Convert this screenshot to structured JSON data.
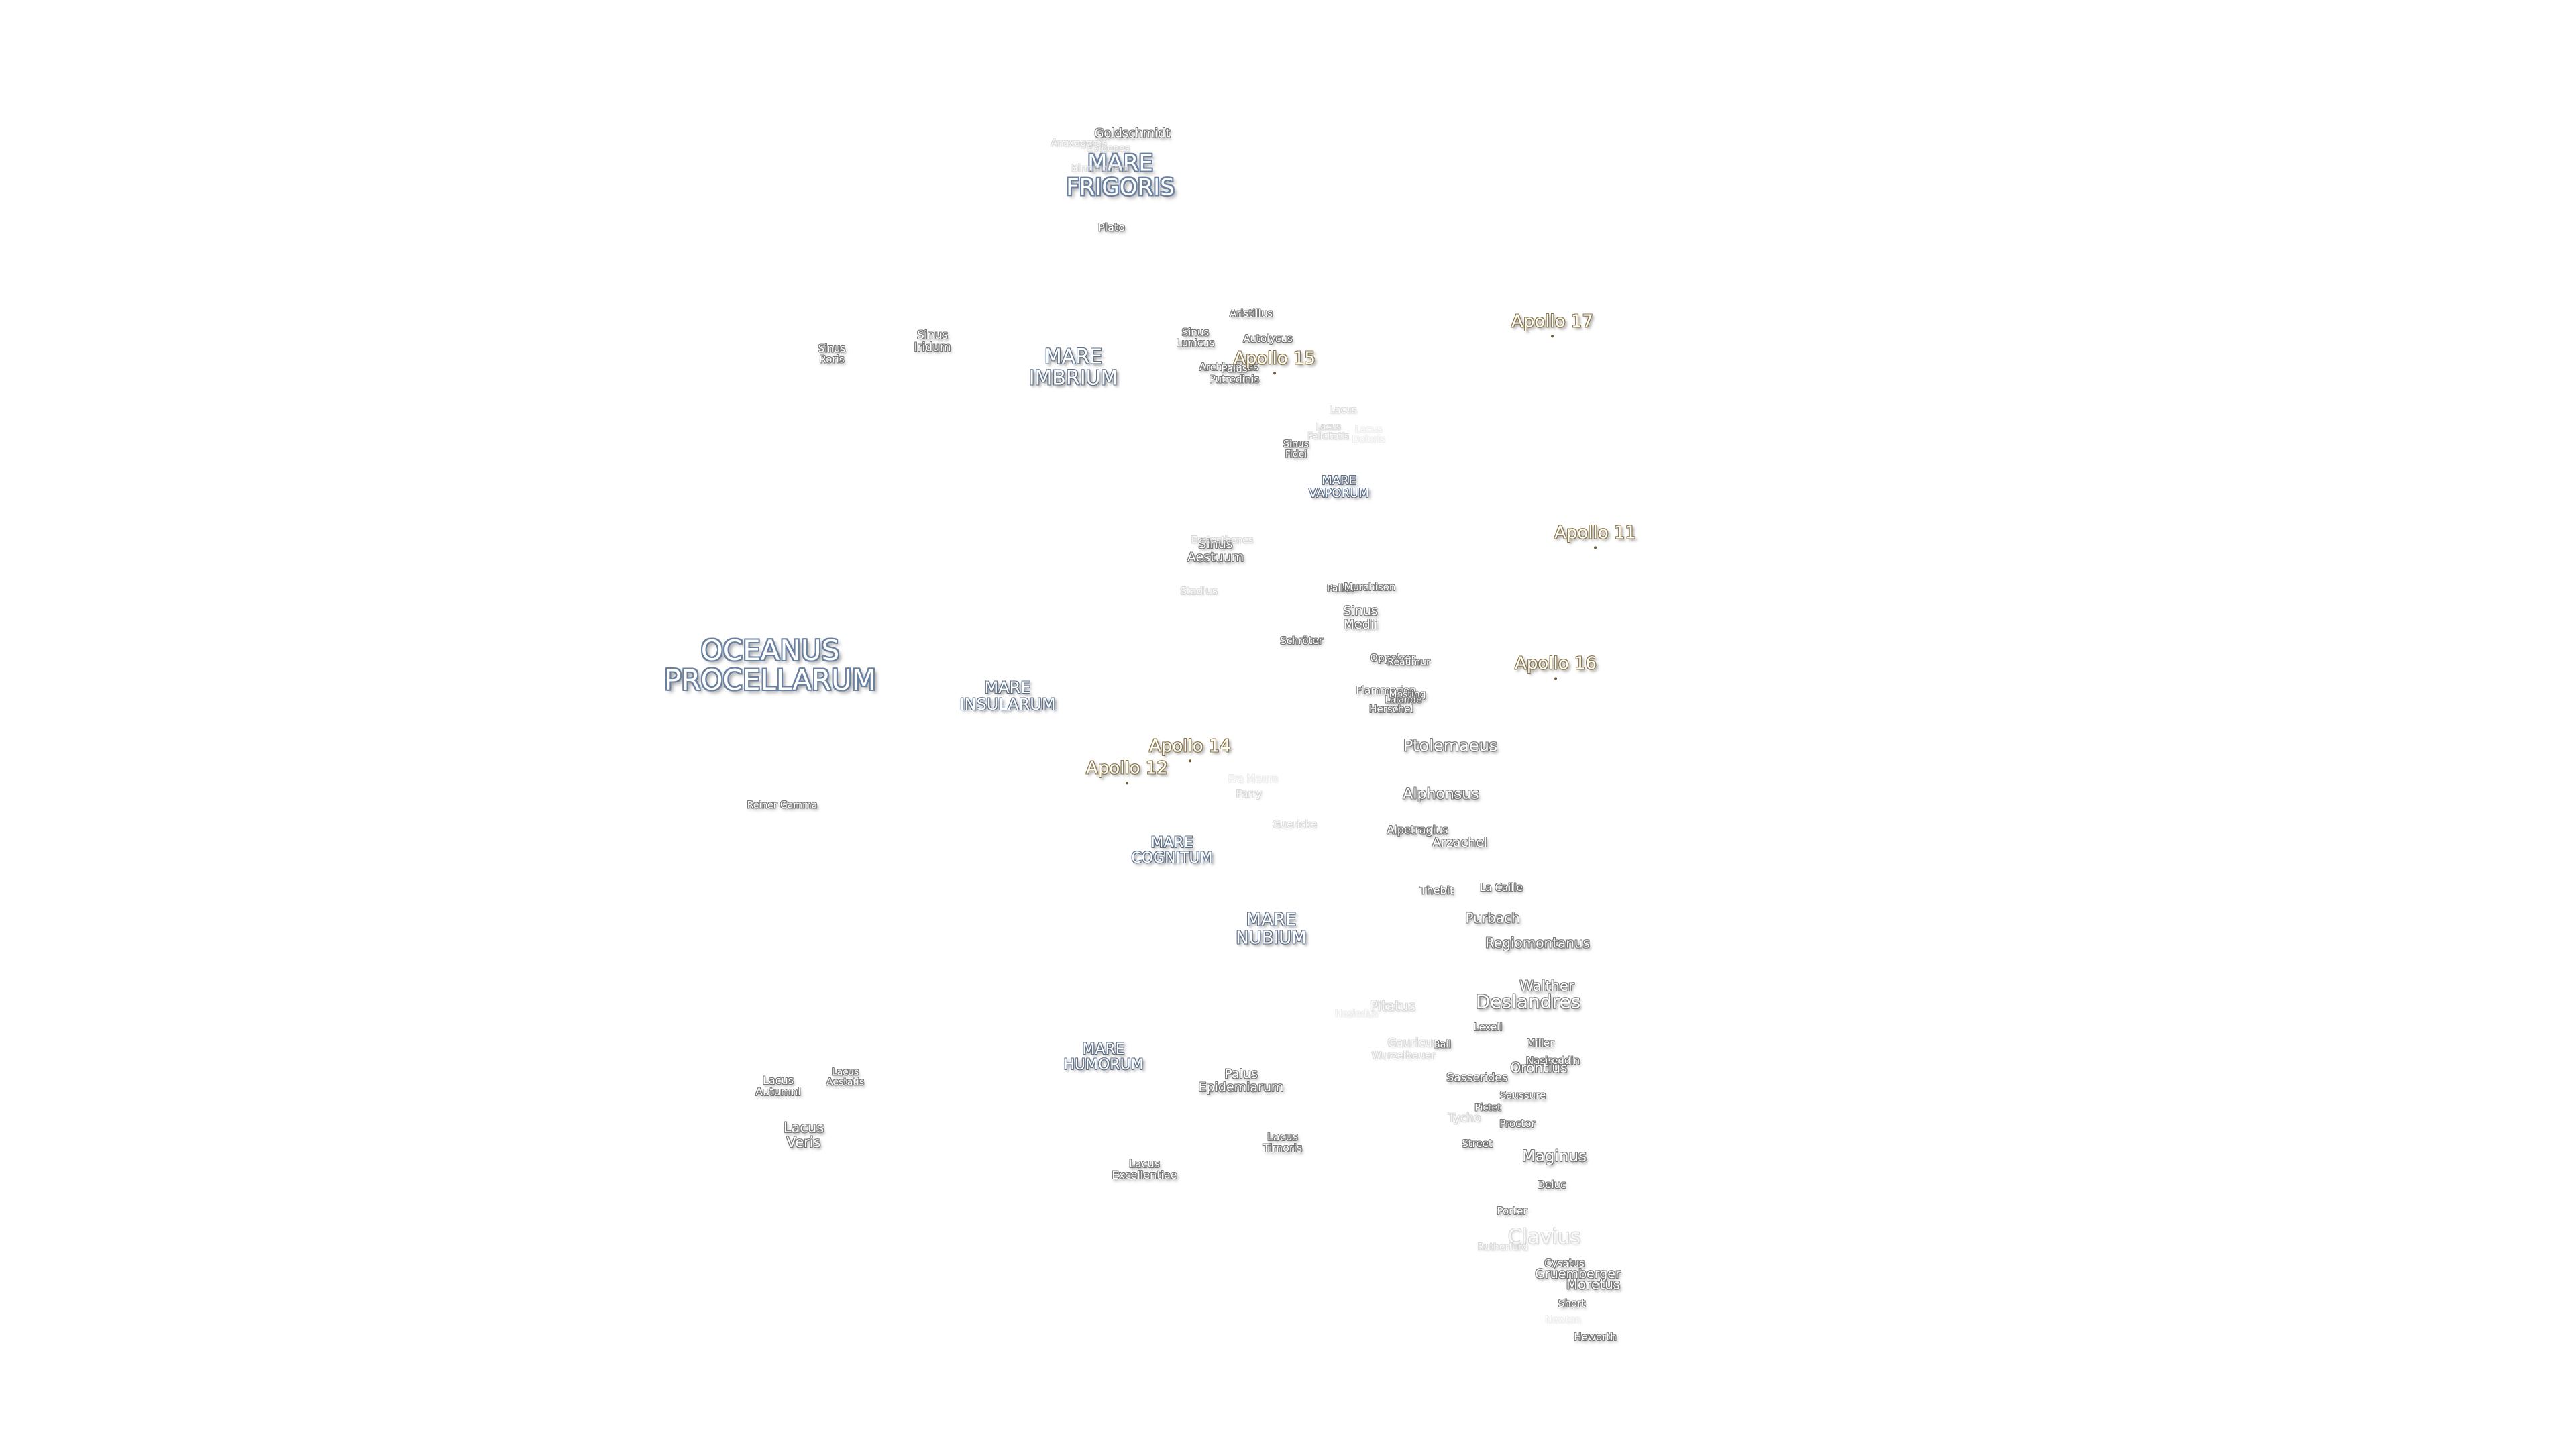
{
  "map": {
    "labels": [
      {
        "text": "OCEANUS\nPROCELLARUM",
        "kind": "mare",
        "size": 42
      },
      {
        "text": "MARE\nFRIGORIS",
        "kind": "mare",
        "size": 34
      },
      {
        "text": "MARE\nIMBRIUM",
        "kind": "mare",
        "size": 30
      },
      {
        "text": "MARE\nINSULARUM",
        "kind": "mare",
        "size": 24
      },
      {
        "text": "MARE\nCOGNITUM",
        "kind": "mare",
        "size": 22
      },
      {
        "text": "MARE\nNUBIUM",
        "kind": "mare",
        "size": 26
      },
      {
        "text": "MARE\nHUMORUM",
        "kind": "mare",
        "size": 22
      },
      {
        "text": "MARE\nVAPORUM",
        "kind": "mare",
        "size": 18
      },
      {
        "text": "Sinus\nRoris",
        "kind": "crater",
        "size": 15
      },
      {
        "text": "Sinus\nIridum",
        "kind": "crater",
        "size": 17
      },
      {
        "text": "Sinus\nLunicus",
        "kind": "crater",
        "size": 15
      },
      {
        "text": "Sinus\nFidei",
        "kind": "crater",
        "size": 14
      },
      {
        "text": "Sinus\nAestuum",
        "kind": "crater",
        "size": 19
      },
      {
        "text": "Sinus\nMedii",
        "kind": "crater",
        "size": 19
      },
      {
        "text": "Palus\nEpidemiarum",
        "kind": "crater",
        "size": 19
      },
      {
        "text": "Lacus\nAutumni",
        "kind": "crater",
        "size": 16
      },
      {
        "text": "Lacus\nAestatis",
        "kind": "crater",
        "size": 14
      },
      {
        "text": "Lacus\nVeris",
        "kind": "crater",
        "size": 21
      },
      {
        "text": "Lacus\nExcellentiae",
        "kind": "crater",
        "size": 16
      },
      {
        "text": "Lacus\nTimoris",
        "kind": "crater",
        "size": 16
      },
      {
        "text": "Lacus",
        "kind": "crater faint",
        "size": 14
      },
      {
        "text": "Lacus\nFelicitatis",
        "kind": "crater faint",
        "size": 13
      },
      {
        "text": "Lacus\nDoloris",
        "kind": "crater vfaint",
        "size": 14
      },
      {
        "text": "Goldschmidt",
        "kind": "crater",
        "size": 18
      },
      {
        "text": "Anaxagoras",
        "kind": "crater faint",
        "size": 14
      },
      {
        "text": "Epigenes",
        "kind": "crater faint",
        "size": 14
      },
      {
        "text": "Birmingham",
        "kind": "crater faint",
        "size": 14
      },
      {
        "text": "Plato",
        "kind": "crater",
        "size": 16
      },
      {
        "text": "Aristillus",
        "kind": "crater",
        "size": 15
      },
      {
        "text": "Autolycus",
        "kind": "crater",
        "size": 15
      },
      {
        "text": "Archimedes",
        "kind": "crater",
        "size": 15
      },
      {
        "text": "Palus\nPutredinis",
        "kind": "crater",
        "size": 15
      },
      {
        "text": "Eratosthenes",
        "kind": "crater faint",
        "size": 14
      },
      {
        "text": "Stadius",
        "kind": "crater faint",
        "size": 15
      },
      {
        "text": "Pallas",
        "kind": "crater",
        "size": 14
      },
      {
        "text": "Murchison",
        "kind": "crater",
        "size": 15
      },
      {
        "text": "Schröter",
        "kind": "crater",
        "size": 15
      },
      {
        "text": "Oppolzer",
        "kind": "crater",
        "size": 15
      },
      {
        "text": "Réaumur",
        "kind": "crater",
        "size": 14
      },
      {
        "text": "Flammarion",
        "kind": "crater",
        "size": 15
      },
      {
        "text": "Mösting",
        "kind": "crater",
        "size": 14
      },
      {
        "text": "Lalande",
        "kind": "crater",
        "size": 14
      },
      {
        "text": "Herschel",
        "kind": "crater",
        "size": 15
      },
      {
        "text": "Ptolemaeus",
        "kind": "crater",
        "size": 24
      },
      {
        "text": "Alphonsus",
        "kind": "crater",
        "size": 22
      },
      {
        "text": "Alpetragius",
        "kind": "crater",
        "size": 16
      },
      {
        "text": "Arzachel",
        "kind": "crater",
        "size": 19
      },
      {
        "text": "Fra Mauro",
        "kind": "crater vfaint",
        "size": 15
      },
      {
        "text": "Parry",
        "kind": "crater faint",
        "size": 15
      },
      {
        "text": "Guericke",
        "kind": "crater faint",
        "size": 15
      },
      {
        "text": "Reiner Gamma",
        "kind": "crater",
        "size": 14
      },
      {
        "text": "Thebit",
        "kind": "crater",
        "size": 16
      },
      {
        "text": "La Caille",
        "kind": "crater",
        "size": 15
      },
      {
        "text": "Purbach",
        "kind": "crater",
        "size": 20
      },
      {
        "text": "Regiomontanus",
        "kind": "crater",
        "size": 20
      },
      {
        "text": "Walther",
        "kind": "crater",
        "size": 21
      },
      {
        "text": "Deslandres",
        "kind": "crater",
        "size": 28
      },
      {
        "text": "Hesiodus",
        "kind": "crater vfaint",
        "size": 14
      },
      {
        "text": "Pitatus",
        "kind": "crater faint",
        "size": 20
      },
      {
        "text": "Gauricus",
        "kind": "crater faint",
        "size": 17
      },
      {
        "text": "Wurzelbauer",
        "kind": "crater faint",
        "size": 15
      },
      {
        "text": "Ball",
        "kind": "crater",
        "size": 14
      },
      {
        "text": "Lexell",
        "kind": "crater",
        "size": 15
      },
      {
        "text": "Miller",
        "kind": "crater",
        "size": 15
      },
      {
        "text": "Nasireddin",
        "kind": "crater",
        "size": 15
      },
      {
        "text": "Orontius",
        "kind": "crater",
        "size": 20
      },
      {
        "text": "Sasserides",
        "kind": "crater",
        "size": 17
      },
      {
        "text": "Saussure",
        "kind": "crater",
        "size": 15
      },
      {
        "text": "Tycho",
        "kind": "crater faint",
        "size": 17
      },
      {
        "text": "Pictet",
        "kind": "crater",
        "size": 14
      },
      {
        "text": "Proctor",
        "kind": "crater",
        "size": 15
      },
      {
        "text": "Street",
        "kind": "crater",
        "size": 15
      },
      {
        "text": "Maginus",
        "kind": "crater",
        "size": 23
      },
      {
        "text": "Deluc",
        "kind": "crater",
        "size": 15
      },
      {
        "text": "Porter",
        "kind": "crater",
        "size": 15
      },
      {
        "text": "Clavius",
        "kind": "crater faint",
        "size": 30
      },
      {
        "text": "Rutherfurd",
        "kind": "crater faint",
        "size": 14
      },
      {
        "text": "Cysatus",
        "kind": "crater",
        "size": 15
      },
      {
        "text": "Gruemberger",
        "kind": "crater",
        "size": 19
      },
      {
        "text": "Moretus",
        "kind": "crater",
        "size": 20
      },
      {
        "text": "Short",
        "kind": "crater",
        "size": 15
      },
      {
        "text": "Newton",
        "kind": "crater vfaint",
        "size": 14
      },
      {
        "text": "Heworth",
        "kind": "crater",
        "size": 15
      },
      {
        "text": "Apollo 17",
        "kind": "apollo",
        "size": 26
      },
      {
        "text": "Apollo 15",
        "kind": "apollo",
        "size": 26
      },
      {
        "text": "Apollo 11",
        "kind": "apollo",
        "size": 26
      },
      {
        "text": "Apollo 16",
        "kind": "apollo",
        "size": 26
      },
      {
        "text": "Apollo 14",
        "kind": "apollo",
        "size": 26
      },
      {
        "text": "Apollo 12",
        "kind": "apollo",
        "size": 26
      }
    ]
  }
}
